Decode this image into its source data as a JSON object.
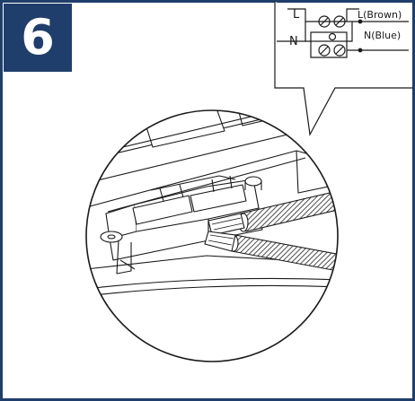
{
  "step": {
    "number": "6"
  },
  "wiring_callout": {
    "live_terminal_letter": "L",
    "neutral_terminal_letter": "N",
    "live_wire_label": "L(Brown)",
    "neutral_wire_label": "N(Blue)"
  },
  "colors": {
    "badge_background": "#1f3e6c",
    "border": "#1f3e6c",
    "line": "#1a1a1a"
  }
}
